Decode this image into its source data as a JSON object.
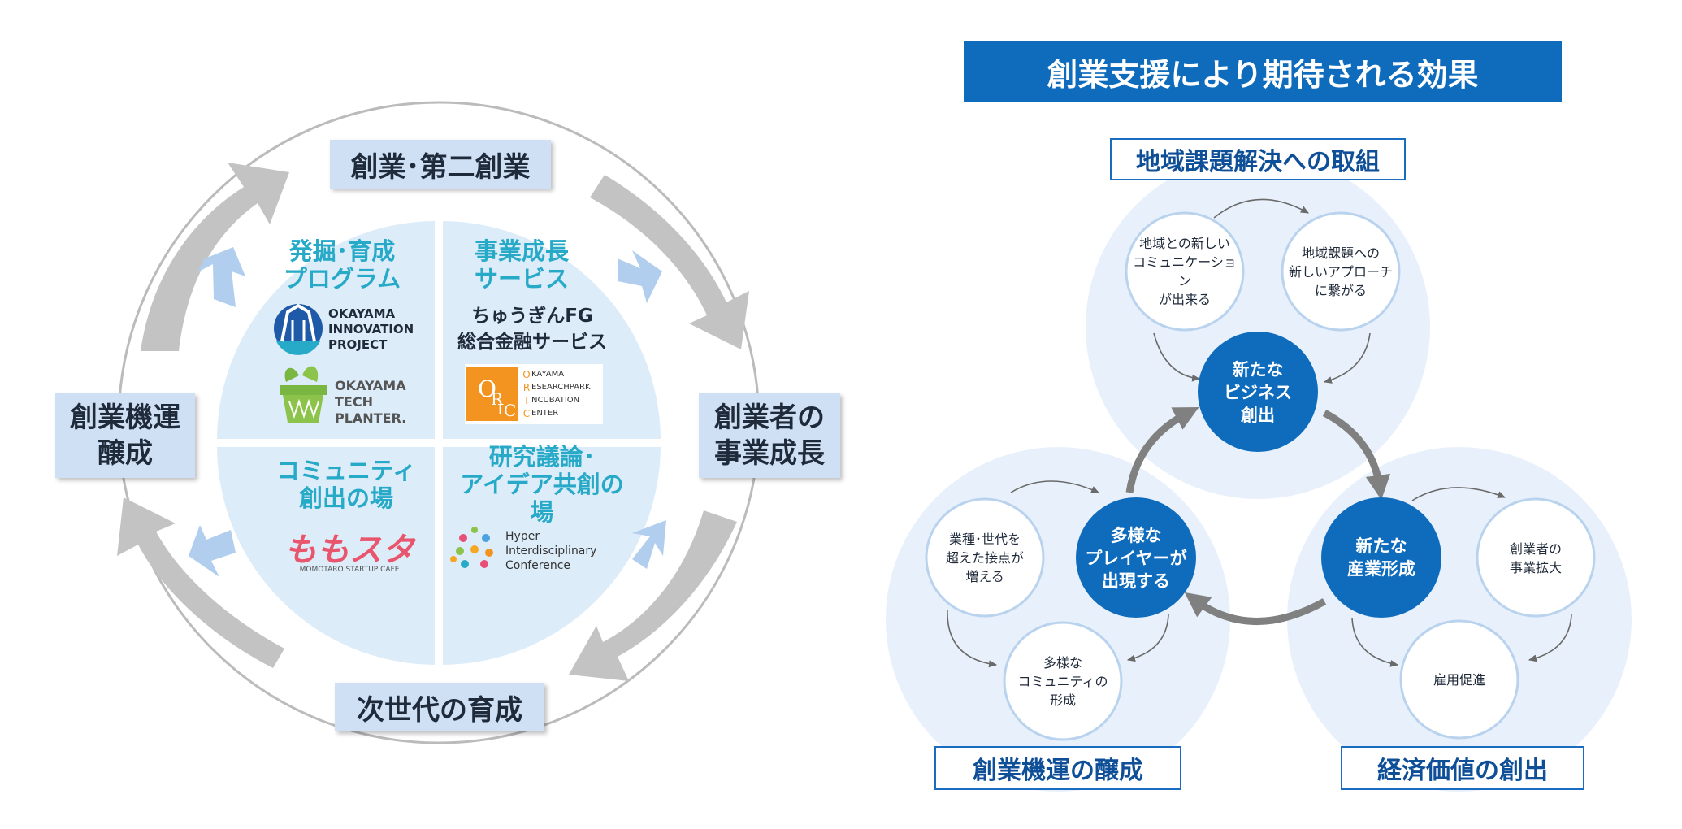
{
  "left": {
    "stages": {
      "top": "創業･第二創業",
      "right": "創業者の\n事業成長",
      "bottom": "次世代の育成",
      "left": "創業機運\n醸成"
    },
    "quadrants": {
      "tl": {
        "title": "発掘･育成\nプログラム",
        "logos": [
          "OKAYAMA\nINNOVATION\nPROJECT",
          "OKAYAMA\nTECH\nPLANTER."
        ]
      },
      "tr": {
        "title": "事業成長\nサービス",
        "text": "ちゅうぎんFG\n総合金融サービス",
        "oric_letters": "O\nR\nI\nC",
        "oric_words": "KAYAMA\nESEARCHPARK\nNCUBATION\nENTER"
      },
      "bl": {
        "title": "コミュニティ\n創出の場",
        "logo_main": "ももスタ",
        "logo_sub": "MOMOTARO STARTUP CAFE"
      },
      "br": {
        "title": "研究議論･\nアイデア共創の場",
        "logo_text": "Hyper\nInterdisciplinary\nConference"
      }
    }
  },
  "right": {
    "title": "創業支援により期待される効果",
    "clusters": {
      "top": {
        "label": "地域課題解決への取組",
        "core": "新たな\nビジネス\n創出",
        "items": [
          "地域との新しい\nコミュニケーション\nが出来る",
          "地域課題への\n新しいアプローチ\nに繋がる"
        ]
      },
      "left": {
        "label": "創業機運の醸成",
        "core": "多様な\nプレイヤーが\n出現する",
        "items": [
          "業種･世代を\n超えた接点が\n増える",
          "多様な\nコミュニティの\n形成"
        ]
      },
      "right": {
        "label": "経済価値の創出",
        "core": "新たな\n産業形成",
        "items": [
          "創業者の\n事業拡大",
          "雇用促進"
        ]
      }
    }
  },
  "colors": {
    "accent": "#0f6cbd",
    "cluster_bg": "#e8f1fb",
    "quadrant_bg": "#dcecf9",
    "teal": "#27a9c8",
    "gray_arrow": "#c3c3c3"
  }
}
